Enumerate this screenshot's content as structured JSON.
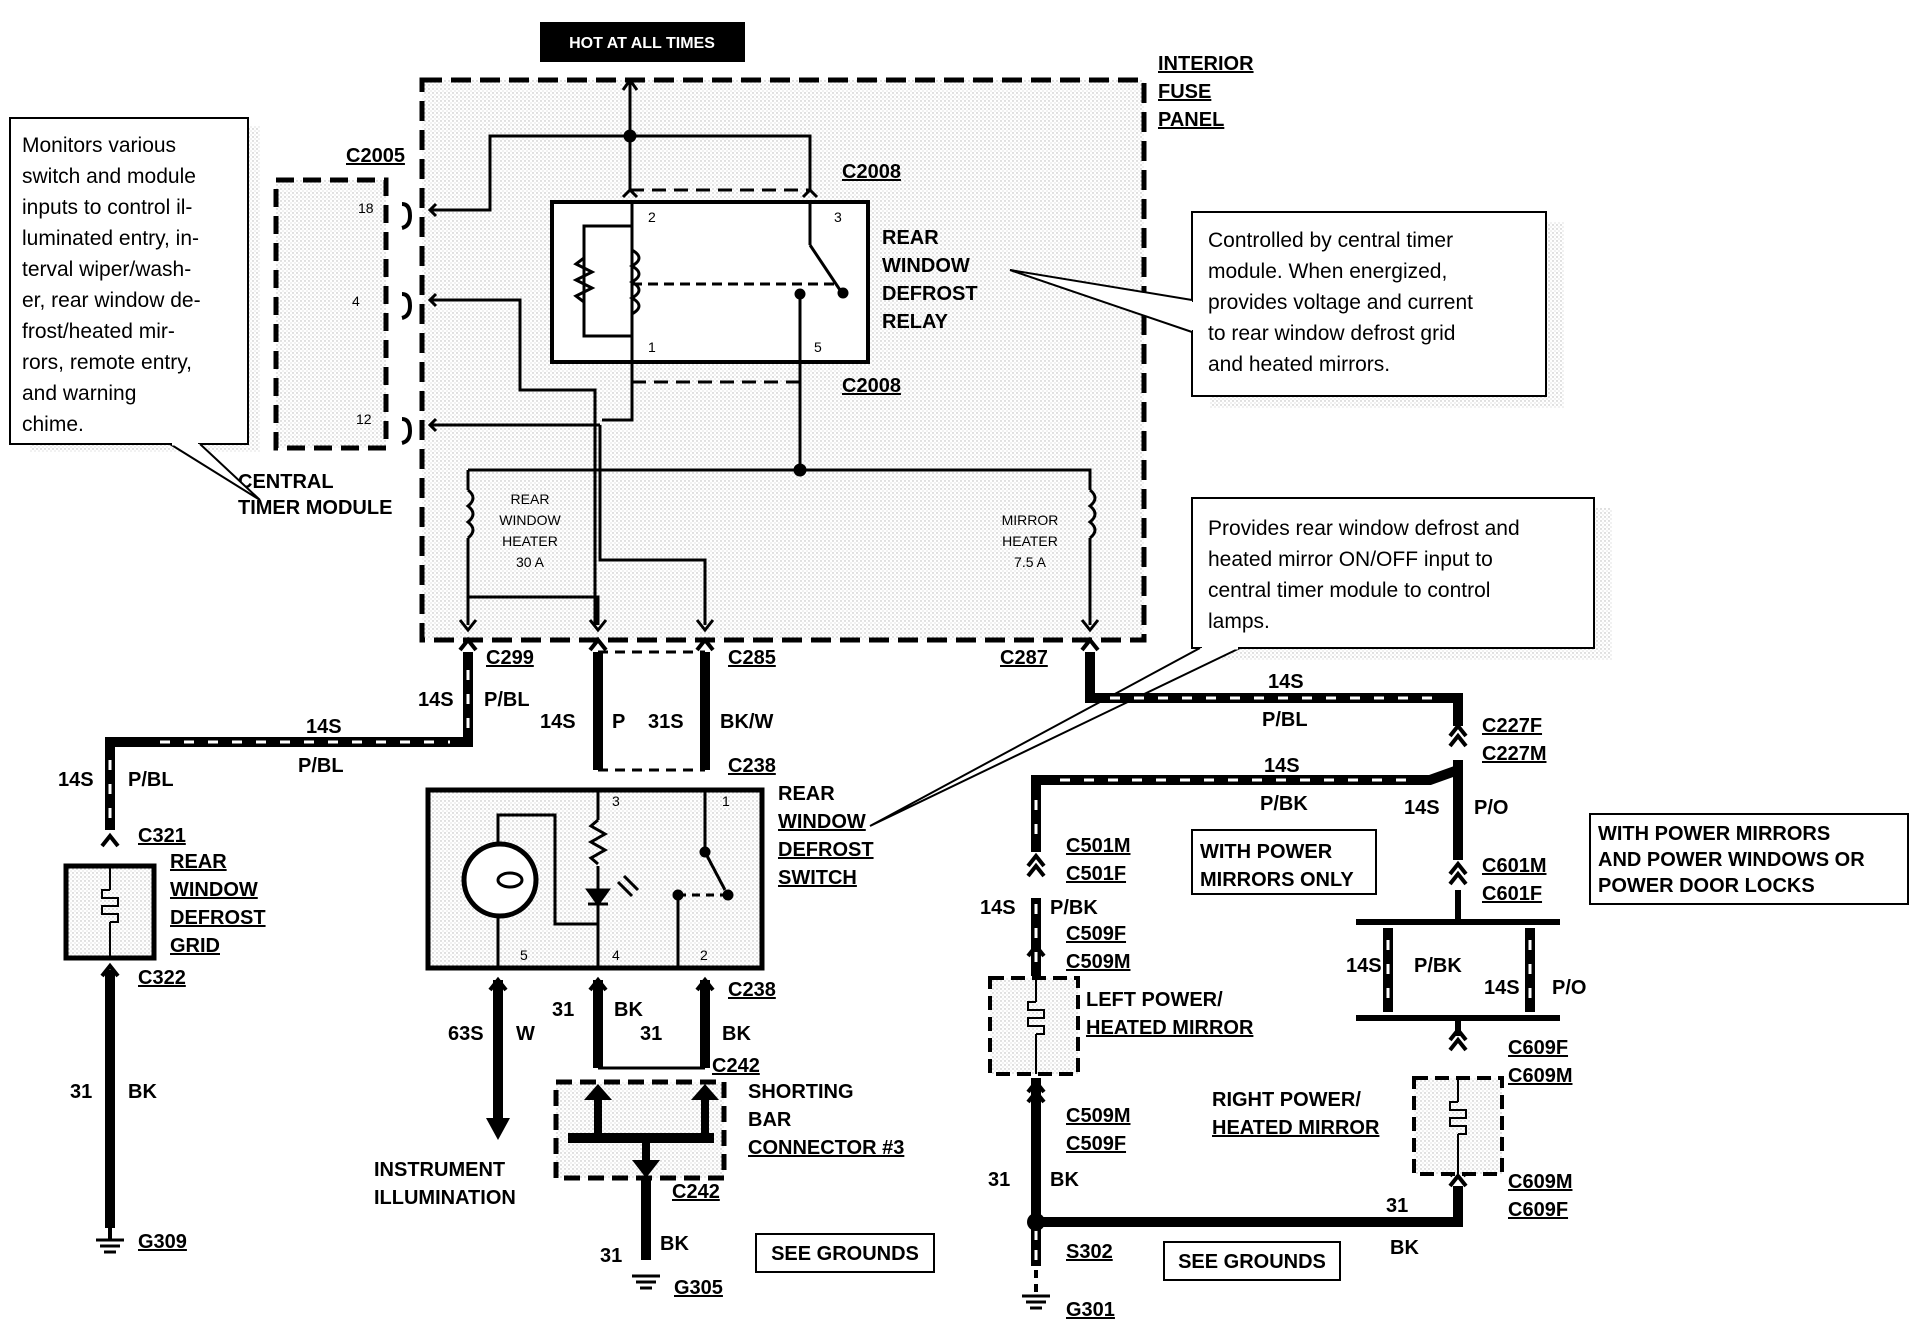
{
  "header": {
    "hot_at_all_times": "HOT AT ALL TIMES"
  },
  "fuse_panel": {
    "title_lines": [
      "INTERIOR",
      "FUSE",
      "PANEL"
    ]
  },
  "relay": {
    "title_lines": [
      "REAR",
      "WINDOW",
      "DEFROST",
      "RELAY"
    ],
    "connector_top": "C2008",
    "connector_bottom": "C2008",
    "pins": [
      "2",
      "3",
      "1",
      "5"
    ]
  },
  "central_timer": {
    "connector": "C2005",
    "pins": [
      "18",
      "4",
      "12"
    ],
    "title_lines": [
      "CENTRAL",
      "TIMER MODULE"
    ]
  },
  "notes": {
    "central_timer": [
      "Monitors various",
      "switch and module",
      "inputs to control il-",
      "luminated entry, in-",
      "terval wiper/wash-",
      "er, rear window de-",
      "frost/heated mir-",
      "rors, remote entry,",
      "and warning",
      "chime."
    ],
    "relay": [
      "Controlled by central timer",
      "module. When energized,",
      "provides voltage and current",
      "to rear window defrost grid",
      "and heated mirrors."
    ],
    "switch": [
      "Provides rear window defrost and",
      "heated mirror ON/OFF input to",
      "central timer module to control",
      "lamps."
    ]
  },
  "fuses": {
    "rear": [
      "REAR",
      "WINDOW",
      "HEATER",
      "30 A"
    ],
    "mirror": [
      "MIRROR",
      "HEATER",
      "7.5 A"
    ]
  },
  "connectors": {
    "c299": "C299",
    "c285": "C285",
    "c287": "C287",
    "c238_top": "C238",
    "c238_bottom": "C238",
    "c321": "C321",
    "c322": "C322",
    "c242_top": "C242",
    "c242_bottom": "C242",
    "c227f": "C227F",
    "c227m": "C227M",
    "c501m": "C501M",
    "c501f": "C501F",
    "c509f_top": "C509F",
    "c509m_top": "C509M",
    "c509m_bottom": "C509M",
    "c509f_bottom": "C509F",
    "c601m": "C601M",
    "c601f": "C601F",
    "c609f_top": "C609F",
    "c609m_top": "C609M",
    "c609m_bottom": "C609M",
    "c609f_bottom": "C609F"
  },
  "wires": {
    "w_14s_a": "14S",
    "w_pbl_a": "P/BL",
    "w_14s_b": "14S",
    "w_pbl_b": "P/BL",
    "w_14s_c": "14S",
    "w_pbl_c": "P/BL",
    "w_14s_p": "14S",
    "w_p": "P",
    "w_31s": "31S",
    "w_bkw": "BK/W",
    "w_14s_d": "14S",
    "w_pbl_d": "P/BL",
    "w_14s_e": "14S",
    "w_pbk_e": "P/BK",
    "w_14s_f": "14S",
    "w_po_f": "P/O",
    "w_14s_g": "14S",
    "w_pbk_g": "P/BK",
    "w_14s_h": "14S",
    "w_pbk_h": "P/BK",
    "w_14s_i": "14S",
    "w_po_i": "P/O",
    "w_31_grid": "31",
    "w_bk_grid": "BK",
    "w_63s": "63S",
    "w_w": "W",
    "w_31_a": "31",
    "w_bk_a": "BK",
    "w_31_b": "31",
    "w_bk_b": "BK",
    "w_31_c": "31",
    "w_bk_c": "BK",
    "w_31_d": "31",
    "w_bk_d": "BK",
    "w_31_e": "31",
    "w_bk_e": "BK"
  },
  "grid": {
    "connector_top": "C321",
    "title_lines": [
      "REAR",
      "WINDOW",
      "DEFROST",
      "GRID"
    ]
  },
  "switch": {
    "title_lines": [
      "REAR",
      "WINDOW",
      "DEFROST",
      "SWITCH"
    ],
    "pins": [
      "3",
      "1",
      "5",
      "4",
      "2"
    ]
  },
  "shorting_bar": {
    "title_lines": [
      "SHORTING",
      "BAR",
      "CONNECTOR #3"
    ]
  },
  "instrument": {
    "lines": [
      "INSTRUMENT",
      "ILLUMINATION"
    ]
  },
  "left_mirror": {
    "title_lines": [
      "LEFT POWER/",
      "HEATED MIRROR"
    ]
  },
  "right_mirror": {
    "title_lines": [
      "RIGHT POWER/",
      "HEATED MIRROR"
    ]
  },
  "conditions": {
    "power_mirrors_only": [
      "WITH POWER",
      "MIRRORS ONLY"
    ],
    "power_windows": [
      "WITH POWER MIRRORS",
      "AND POWER WINDOWS OR",
      "POWER DOOR LOCKS"
    ]
  },
  "grounds": {
    "g309": "G309",
    "g305": "G305",
    "g301": "G301",
    "s302": "S302",
    "see_grounds_1": "SEE GROUNDS",
    "see_grounds_2": "SEE GROUNDS"
  }
}
